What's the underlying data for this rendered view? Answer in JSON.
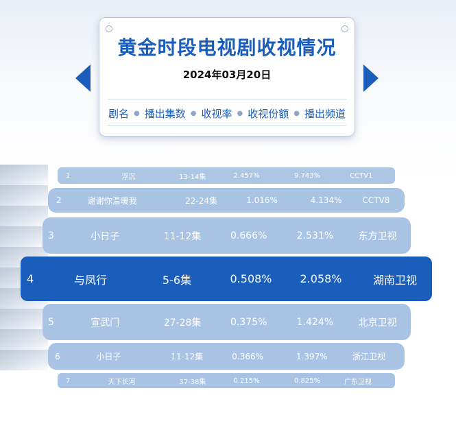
{
  "header": {
    "title": "黄金时段电视剧收视情况",
    "date": "2024年03月20日",
    "columns": [
      "剧名",
      "播出集数",
      "收视率",
      "收视份额",
      "播出频道"
    ]
  },
  "colors": {
    "accent": "#1a5dbb",
    "row_bg": "#a8c3e3"
  },
  "rows": [
    {
      "rank": "1",
      "name": "浮沉",
      "episodes": "13-14集",
      "rating": "2.457%",
      "share": "9.743%",
      "channel": "CCTV1"
    },
    {
      "rank": "2",
      "name": "谢谢你温暖我",
      "episodes": "22-24集",
      "rating": "1.016%",
      "share": "4.134%",
      "channel": "CCTV8"
    },
    {
      "rank": "3",
      "name": "小日子",
      "episodes": "11-12集",
      "rating": "0.666%",
      "share": "2.531%",
      "channel": "东方卫视"
    },
    {
      "rank": "4",
      "name": "与凤行",
      "episodes": "5-6集",
      "rating": "0.508%",
      "share": "2.058%",
      "channel": "湖南卫视"
    },
    {
      "rank": "5",
      "name": "宣武门",
      "episodes": "27-28集",
      "rating": "0.375%",
      "share": "1.424%",
      "channel": "北京卫视"
    },
    {
      "rank": "6",
      "name": "小日子",
      "episodes": "11-12集",
      "rating": "0.366%",
      "share": "1.397%",
      "channel": "浙江卫视"
    },
    {
      "rank": "7",
      "name": "天下长河",
      "episodes": "37-38集",
      "rating": "0.215%",
      "share": "0.825%",
      "channel": "广东卫视"
    }
  ]
}
